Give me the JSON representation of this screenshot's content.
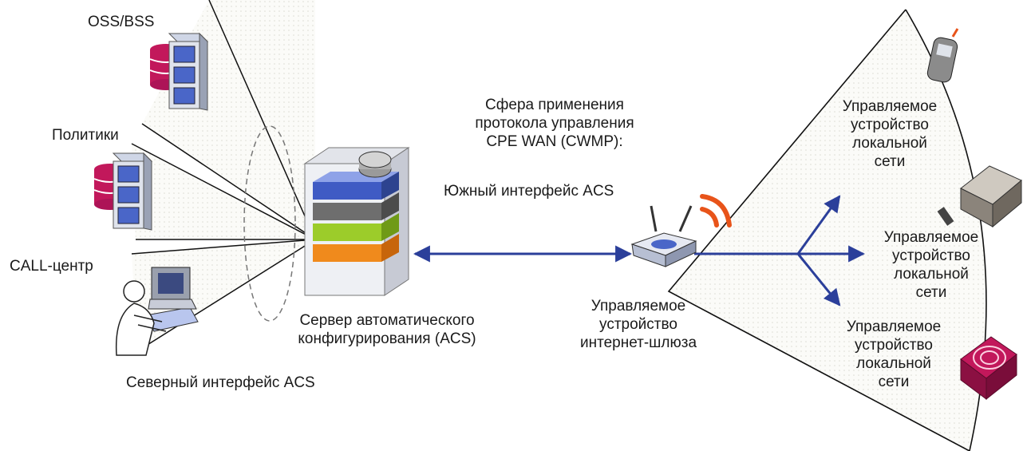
{
  "labels": {
    "oss_bss": "OSS/BSS",
    "policies": "Политики",
    "call_center": "CALL-центр",
    "northbound": "Северный интерфейс ACS",
    "acs_line1": "Сервер автоматического",
    "acs_line2": "конфигурирования (ACS)",
    "scope_line1": "Сфера применения",
    "scope_line2": "протокола управления",
    "scope_line3": "CPE WAN (CWMP):",
    "southbound": "Южный интерфейс ACS",
    "gateway_line1": "Управляемое",
    "gateway_line2": "устройство",
    "gateway_line3": "интернет-шлюза",
    "lan_device_line1": "Управляемое",
    "lan_device_line2": "устройство",
    "lan_device_line3": "локальной",
    "lan_device_line4": "сети"
  },
  "icons": {
    "oss_server": "server-rack-icon",
    "policy_server": "server-rack-icon",
    "call_center": "operator-workstation-icon",
    "acs": "acs-server-stack-icon",
    "gateway": "wireless-router-icon",
    "phone": "mobile-phone-icon",
    "set_top_box": "set-top-box-icon",
    "speaker": "speaker-device-icon"
  },
  "colors": {
    "arrow": "#2b3f9a",
    "wifi": "#e8541a",
    "server_blue": "#4a66c8",
    "server_pink": "#c2185b",
    "acs_blue": "#3f5bc4",
    "acs_gray": "#6e6e6e",
    "acs_green": "#9ccc2a",
    "acs_orange": "#f08a1c"
  }
}
